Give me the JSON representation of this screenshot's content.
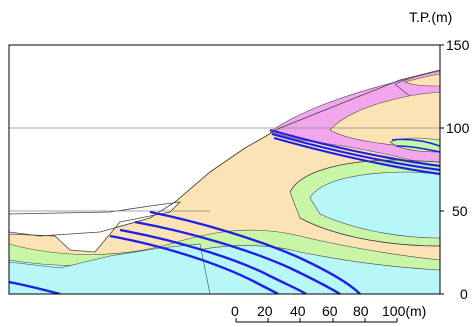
{
  "axis": {
    "unit_label": "T.P.(m)",
    "ticks": [
      "150",
      "100",
      "50",
      "0"
    ]
  },
  "scale_bar": {
    "ticks": [
      "0",
      "20",
      "40",
      "60",
      "80",
      "100(m)"
    ]
  },
  "colors": {
    "fill_sand": "#fbe3b6",
    "fill_pink": "#f2a6ee",
    "fill_green": "#c8f6a6",
    "fill_cyan": "#b7f7f7",
    "seam": "#1f1fe6",
    "outline": "#444444",
    "frame": "#000000"
  }
}
